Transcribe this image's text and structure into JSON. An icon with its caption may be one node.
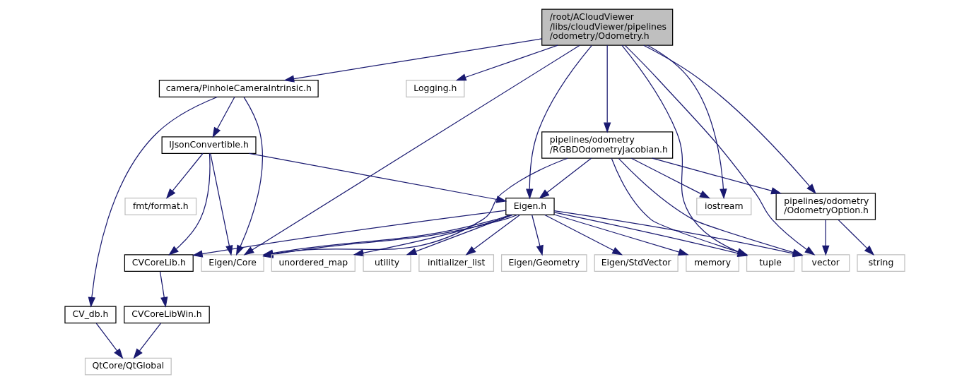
{
  "diagram": {
    "nodes": [
      {
        "text": [
          "/root/ACloudViewer /libs/cloudViewer/pipelines /odometry/Odometry.h"
        ]
      },
      {
        "text": [
          "camera/PinholeCameraIntrinsic.h"
        ]
      },
      {
        "text": [
          "Logging.h"
        ]
      },
      {
        "text": [
          "IJsonConvertible.h"
        ]
      },
      {
        "text": [
          "pipelines/odometry /RGBDOdometryJacobian.h"
        ]
      },
      {
        "text": [
          "fmt/format.h"
        ]
      },
      {
        "text": [
          "Eigen.h"
        ]
      },
      {
        "text": [
          "pipelines/odometry /OdometryOption.h"
        ]
      },
      {
        "text": [
          "iostream"
        ]
      },
      {
        "text": [
          "Eigen/Core"
        ]
      },
      {
        "text": [
          "CVCoreLib.h"
        ]
      },
      {
        "text": [
          "initializer_list"
        ]
      },
      {
        "text": [
          "Eigen/Geometry"
        ]
      },
      {
        "text": [
          "Eigen/StdVector"
        ]
      },
      {
        "text": [
          "memory"
        ]
      },
      {
        "text": [
          "unordered_map"
        ]
      },
      {
        "text": [
          "utility"
        ]
      },
      {
        "text": [
          "tuple"
        ]
      },
      {
        "text": [
          "vector"
        ]
      },
      {
        "text": [
          "string"
        ]
      },
      {
        "text": [
          "CV_db.h"
        ]
      },
      {
        "text": [
          "CVCoreLibWin.h"
        ]
      },
      {
        "text": [
          "QtCore/QtGlobal"
        ]
      }
    ],
    "edges": [
      {
        "from": 0,
        "to": 1,
        "arrow": "to"
      },
      {
        "from": 0,
        "to": 9,
        "arrow": "to"
      },
      {
        "from": 0,
        "to": 6,
        "arrow": "to"
      },
      {
        "from": 0,
        "to": 17,
        "arrow": "to"
      },
      {
        "from": 0,
        "to": 4,
        "arrow": "to"
      },
      {
        "from": 0,
        "to": 18,
        "arrow": "to"
      },
      {
        "from": 0,
        "to": 7,
        "arrow": "to"
      },
      {
        "from": 0,
        "to": 8,
        "arrow": "to"
      },
      {
        "from": 0,
        "to": 2,
        "arrow": "to"
      },
      {
        "from": 1,
        "to": 20,
        "arrow": "to"
      },
      {
        "from": 1,
        "to": 9,
        "arrow": "to"
      },
      {
        "from": 1,
        "to": 3,
        "arrow": "to"
      },
      {
        "from": 3,
        "to": 10,
        "arrow": "to"
      },
      {
        "from": 3,
        "to": 5,
        "arrow": "to"
      },
      {
        "from": 3,
        "to": 9,
        "arrow": "to"
      },
      {
        "from": 3,
        "to": 6,
        "arrow": "to"
      },
      {
        "from": 4,
        "to": 9,
        "arrow": "to"
      },
      {
        "from": 4,
        "to": 6,
        "arrow": "to"
      },
      {
        "from": 4,
        "to": 17,
        "arrow": "to"
      },
      {
        "from": 4,
        "to": 18,
        "arrow": "to"
      },
      {
        "from": 4,
        "to": 7,
        "arrow": "to"
      },
      {
        "from": 4,
        "to": 8,
        "arrow": "to"
      },
      {
        "from": 6,
        "to": 9,
        "arrow": "to"
      },
      {
        "from": 6,
        "to": 9,
        "arrow": "to"
      },
      {
        "from": 6,
        "to": 10,
        "arrow": "to"
      },
      {
        "from": 6,
        "to": 11,
        "arrow": "to"
      },
      {
        "from": 6,
        "to": 12,
        "arrow": "to"
      },
      {
        "from": 6,
        "to": 13,
        "arrow": "to"
      },
      {
        "from": 6,
        "to": 14,
        "arrow": "to"
      },
      {
        "from": 6,
        "to": 15,
        "arrow": "to"
      },
      {
        "from": 6,
        "to": 16,
        "arrow": "to"
      },
      {
        "from": 6,
        "to": 17,
        "arrow": "to"
      },
      {
        "from": 6,
        "to": 18,
        "arrow": "to"
      },
      {
        "from": 7,
        "to": 18,
        "arrow": "to"
      },
      {
        "from": 7,
        "to": 19,
        "arrow": "to"
      },
      {
        "from": 10,
        "to": 21,
        "arrow": "to"
      },
      {
        "from": 20,
        "to": 22,
        "arrow": "to"
      },
      {
        "from": 21,
        "to": 22,
        "arrow": "to"
      }
    ]
  }
}
